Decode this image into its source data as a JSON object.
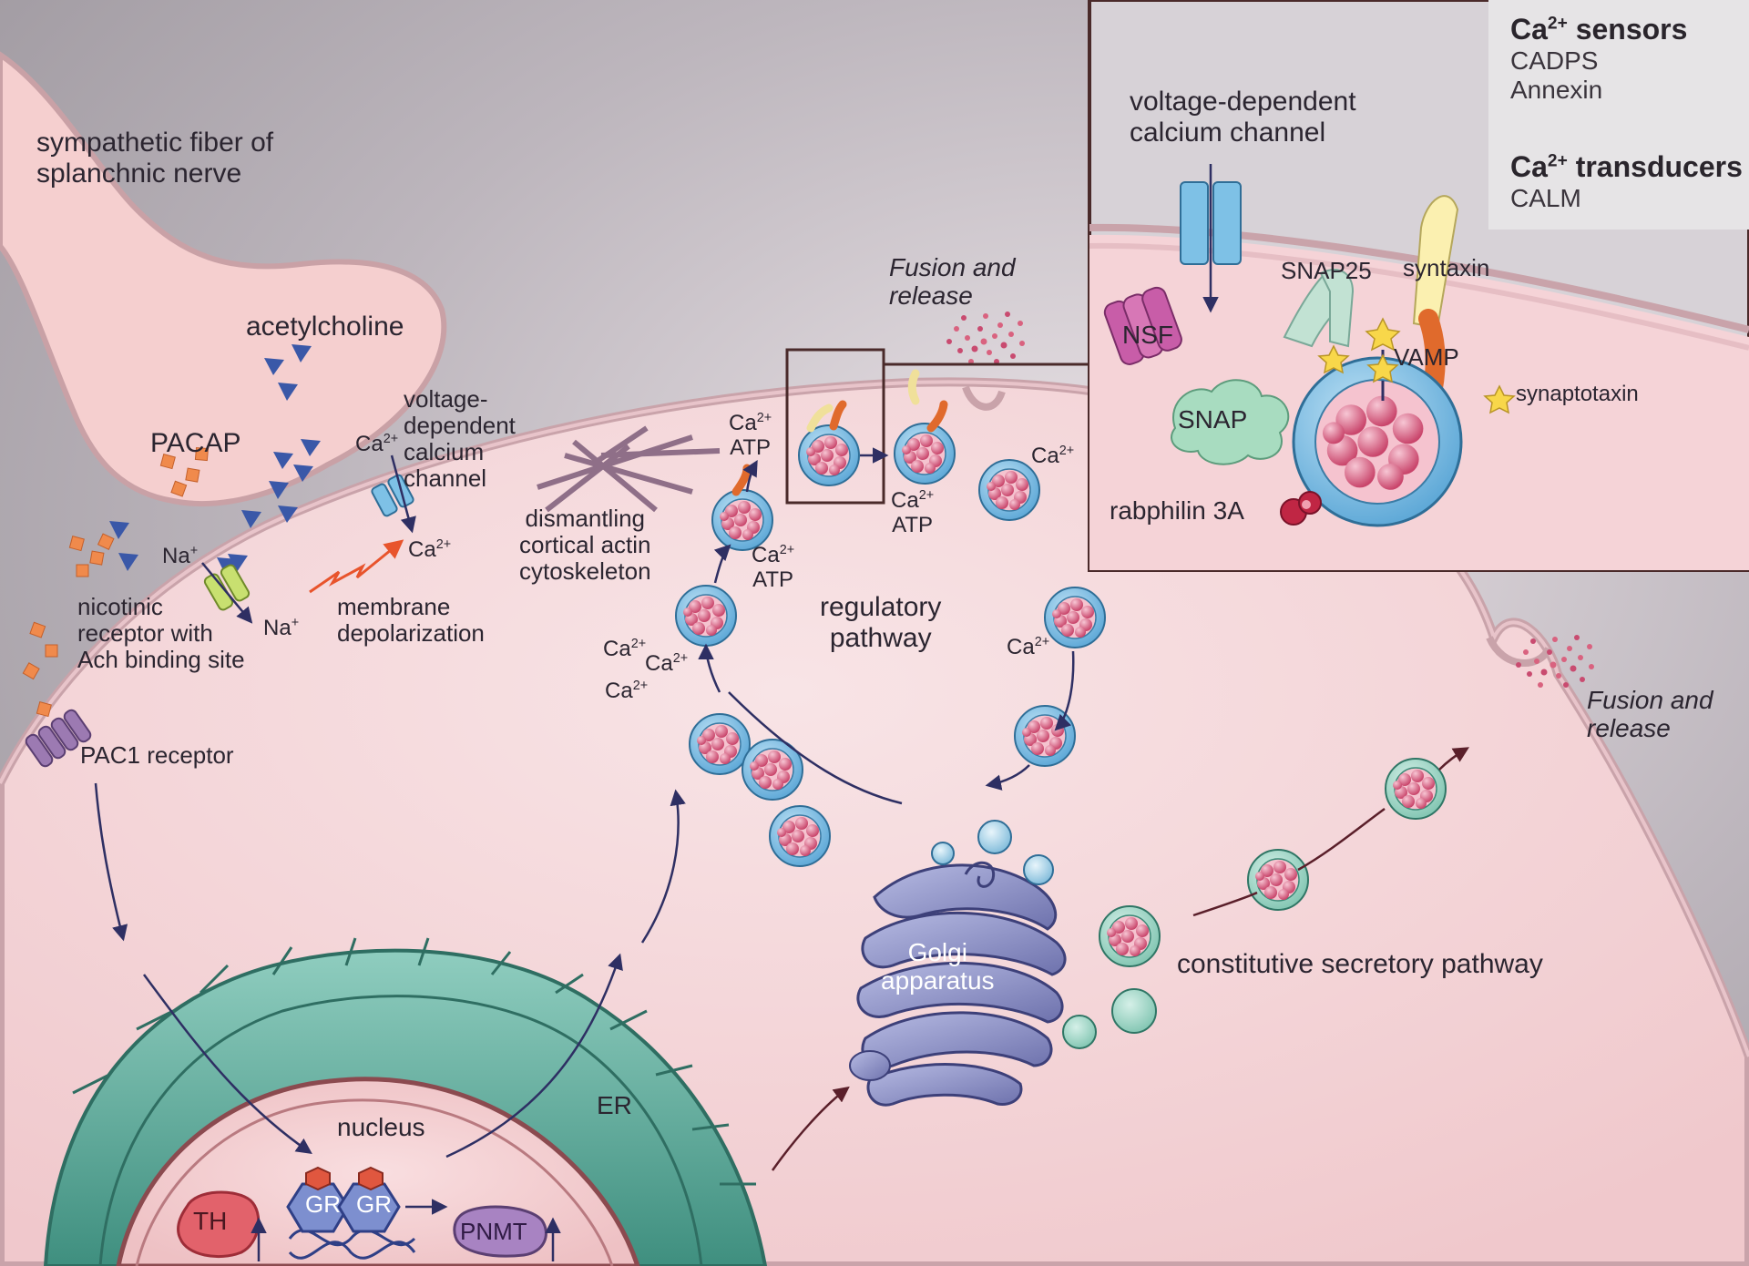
{
  "labels": {
    "sympathetic_fiber": "sympathetic fiber of",
    "splanchnic_nerve": "splanchnic nerve",
    "acetylcholine": "acetylcholine",
    "pacap": "PACAP",
    "vdcc_main_1": "voltage-",
    "vdcc_main_2": "dependent",
    "vdcc_main_3": "calcium",
    "vdcc_main_4": "channel",
    "ca": "Ca",
    "ca_charge": "2+",
    "na": "Na",
    "na_charge": "+",
    "nicotinic_1": "nicotinic",
    "nicotinic_2": "receptor with",
    "nicotinic_3": "Ach binding site",
    "membrane_dep_1": "membrane",
    "membrane_dep_2": "depolarization",
    "pac1": "PAC1 receptor",
    "actin_1": "dismantling",
    "actin_2": "cortical actin",
    "actin_3": "cytoskeleton",
    "atp": "ATP",
    "fusion_1": "Fusion and",
    "fusion_2": "release",
    "regulatory_1": "regulatory",
    "regulatory_2": "pathway",
    "golgi_1": "Golgi",
    "golgi_2": "apparatus",
    "constitutive": "constitutive secretory pathway",
    "er": "ER",
    "nucleus": "nucleus",
    "th": "TH",
    "gr": "GR",
    "pnmt": "PNMT",
    "inset_vdcc_1": "voltage-dependent",
    "inset_vdcc_2": "calcium channel",
    "snap25": "SNAP25",
    "syntaxin": "syntaxin",
    "nsf": "NSF",
    "vamp": "VAMP",
    "synaptotaxin": "synaptotaxin",
    "snap": "SNAP",
    "rabphilin": "rabphilin 3A"
  },
  "legend": {
    "sensors_title": "Ca",
    "sensors_title_sup": "2+",
    "sensors_title_rest": " sensors",
    "sensors": [
      "CADPS",
      "Annexin"
    ],
    "transducers_title": "Ca",
    "transducers_title_sup": "2+",
    "transducers_title_rest": " transducers",
    "transducers": [
      "CALM"
    ]
  },
  "colors": {
    "background": "#b7b1b7",
    "cytoplasm": "#f3d0d2",
    "nerve": "#f5cfcf",
    "er": "#6fb3a3",
    "vesicle": "#6aaed9",
    "golgi": "#8e92c6",
    "granule": "#d9627f",
    "arrow": "#2e2f63",
    "depolarization": "#e8542c"
  }
}
